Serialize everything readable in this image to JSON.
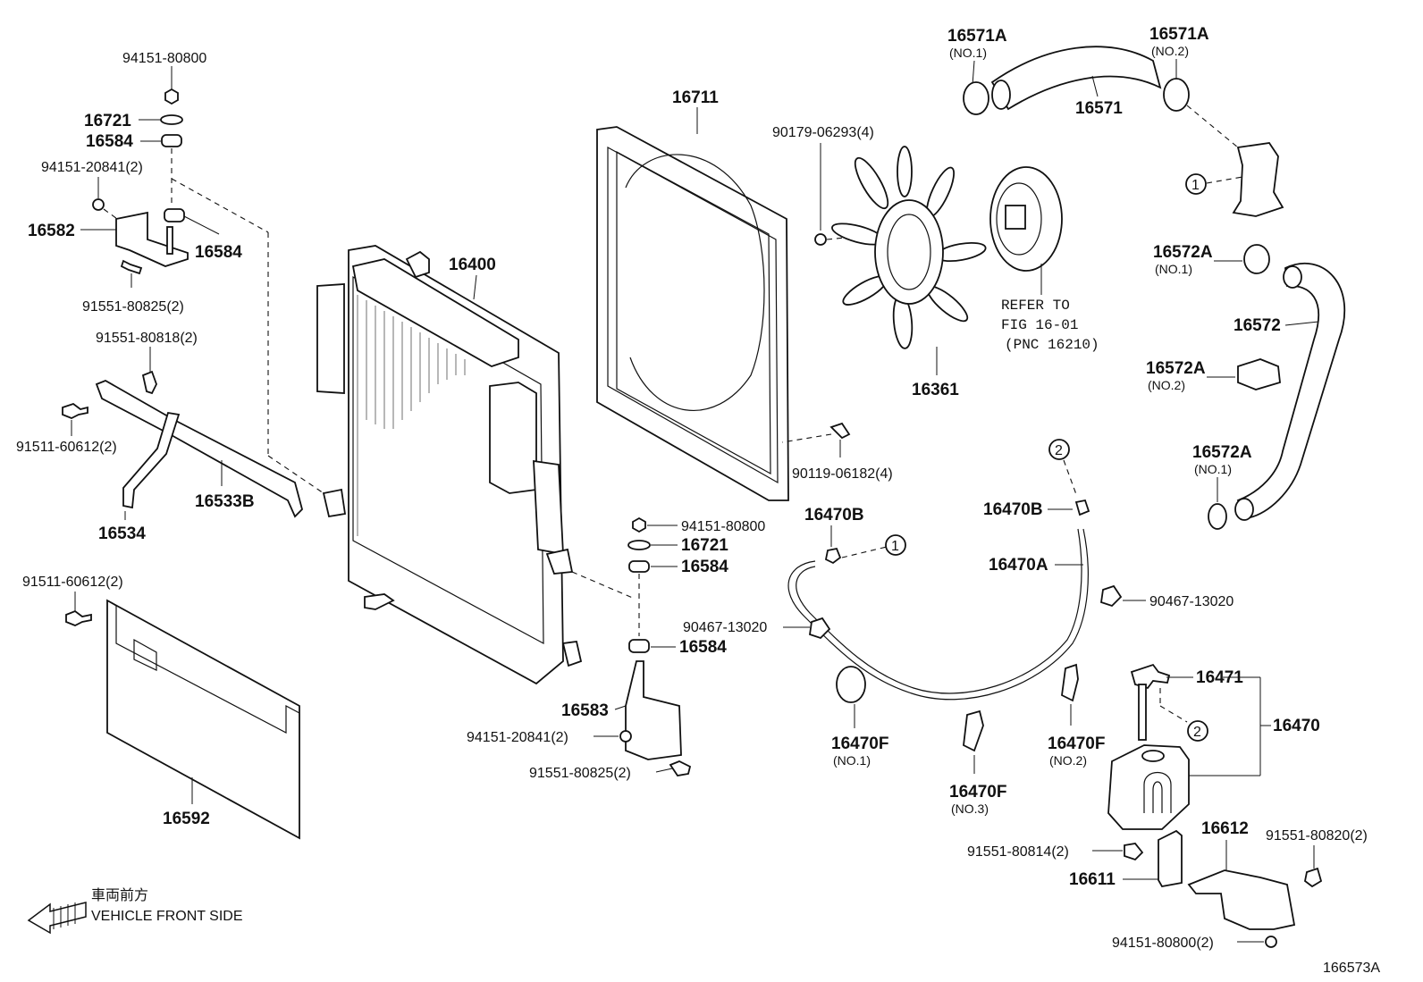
{
  "callouts": {
    "p94151_80800_top": "94151-80800",
    "p16721_top": "16721",
    "p16584_top1": "16584",
    "p94151_20841_top": "94151-20841(2)",
    "p16582": "16582",
    "p16584_top2": "16584",
    "p91551_80825_top": "91551-80825(2)",
    "p91551_80818": "91551-80818(2)",
    "p91511_60612_a": "91511-60612(2)",
    "p16533B": "16533B",
    "p16534": "16534",
    "p91511_60612_b": "91511-60612(2)",
    "p16592": "16592",
    "p16400": "16400",
    "p16711": "16711",
    "p90179": "90179-06293(4)",
    "p16361": "16361",
    "refer1": "REFER TO",
    "refer2": "FIG 16-01",
    "refer3": "(PNC 16210)",
    "p90119": "90119-06182(4)",
    "p16571A_1": "16571A",
    "p16571A_1_sub": "(NO.1)",
    "p16571A_2": "16571A",
    "p16571A_2_sub": "(NO.2)",
    "p16571": "16571",
    "p16572A_1": "16572A",
    "p16572A_1_sub": "(NO.1)",
    "p16572": "16572",
    "p16572A_2": "16572A",
    "p16572A_2_sub": "(NO.2)",
    "p16572A_3": "16572A",
    "p16572A_3_sub": "(NO.1)",
    "p94151_80800_mid": "94151-80800",
    "p16721_mid": "16721",
    "p16584_mid1": "16584",
    "p16584_mid2": "16584",
    "p16583": "16583",
    "p94151_20841_mid": "94151-20841(2)",
    "p91551_80825_mid": "91551-80825(2)",
    "p16470B_a": "16470B",
    "p16470B_b": "16470B",
    "p16470A": "16470A",
    "p90467_a": "90467-13020",
    "p90467_b": "90467-13020",
    "p16470F_1": "16470F",
    "p16470F_1_sub": "(NO.1)",
    "p16470F_2": "16470F",
    "p16470F_2_sub": "(NO.2)",
    "p16470F_3": "16470F",
    "p16470F_3_sub": "(NO.3)",
    "p16471": "16471",
    "p16470": "16470",
    "p16612": "16612",
    "p91551_80820": "91551-80820(2)",
    "p91551_80814": "91551-80814(2)",
    "p16611": "16611",
    "p94151_80800_bot": "94151-80800(2)",
    "circle1a": "1",
    "circle1b": "1",
    "circle2a": "2",
    "circle2b": "2",
    "front_jp": "車両前方",
    "front_en": "VEHICLE FRONT SIDE",
    "diagram_id": "166573A"
  }
}
